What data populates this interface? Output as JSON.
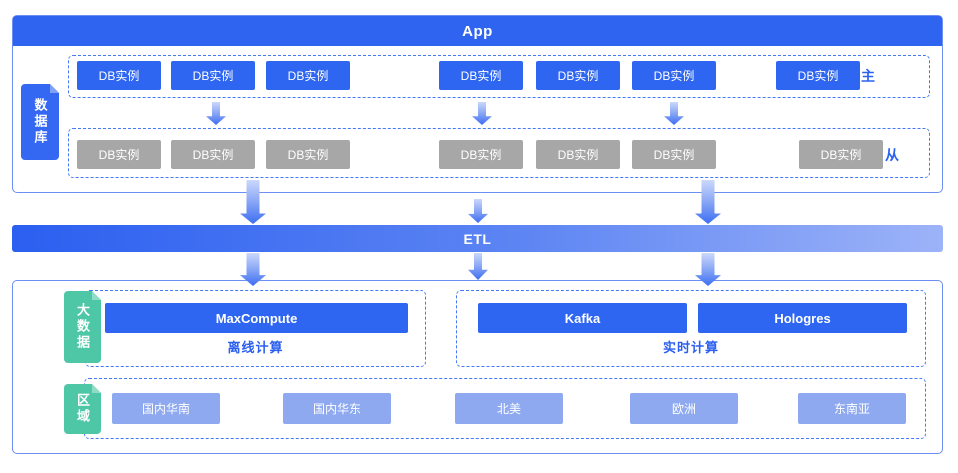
{
  "app_bar": {
    "label": "App"
  },
  "etl_bar": {
    "label": "ETL"
  },
  "database_section": {
    "label": "数据库",
    "master_row": {
      "badge": "主",
      "instances": [
        "DB实例",
        "DB实例",
        "DB实例",
        "DB实例",
        "DB实例",
        "DB实例",
        "DB实例"
      ]
    },
    "slave_row": {
      "badge": "从",
      "instances": [
        "DB实例",
        "DB实例",
        "DB实例",
        "DB实例",
        "DB实例",
        "DB实例",
        "DB实例"
      ]
    }
  },
  "bigdata_section": {
    "label": "大数据",
    "offline": {
      "caption": "离线计算",
      "services": [
        "MaxCompute"
      ]
    },
    "realtime": {
      "caption": "实时计算",
      "services": [
        "Kafka",
        "Hologres"
      ]
    }
  },
  "region_section": {
    "label": "区域",
    "regions": [
      "国内华南",
      "国内华东",
      "北美",
      "欧洲",
      "东南亚"
    ]
  },
  "colors": {
    "primary_blue": "#2e66f1",
    "light_blue": "#8ea9ef",
    "gray": "#a7a7a7",
    "green": "#4ec7a6",
    "dashed_border": "#4377f5",
    "caption_blue": "#2b5ff0"
  }
}
